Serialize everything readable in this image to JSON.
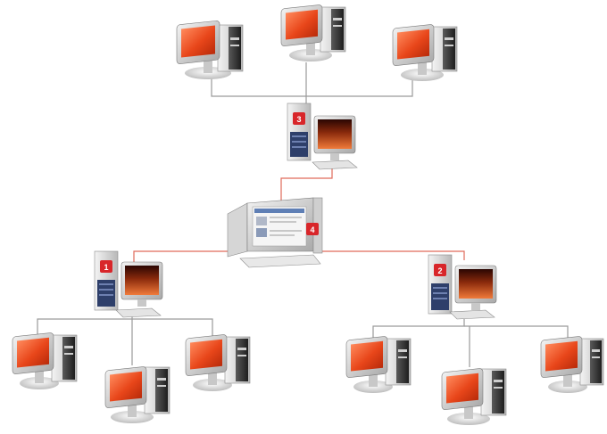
{
  "colors": {
    "background": "#ffffff",
    "line_gray": "#9a9a9a",
    "line_red": "#e06a5a",
    "screen_red": "#e8461a",
    "screen_dark": "#7a1a08",
    "badge_red": "#d8262a",
    "case_light": "#dcdcdc",
    "case_dark": "#3a3a3a"
  },
  "nodes": [
    {
      "id": "top-left",
      "kind": "client-pc"
    },
    {
      "id": "top-center",
      "kind": "client-pc"
    },
    {
      "id": "top-right",
      "kind": "client-pc"
    },
    {
      "id": "server-3",
      "kind": "server-pc",
      "badge": "3"
    },
    {
      "id": "main-4",
      "kind": "main-server",
      "badge": "4"
    },
    {
      "id": "server-1",
      "kind": "server-pc",
      "badge": "1"
    },
    {
      "id": "server-2",
      "kind": "server-pc",
      "badge": "2"
    },
    {
      "id": "bottom-left-a",
      "kind": "client-pc"
    },
    {
      "id": "bottom-left-b",
      "kind": "client-pc"
    },
    {
      "id": "bottom-left-c",
      "kind": "client-pc"
    },
    {
      "id": "bottom-right-a",
      "kind": "client-pc"
    },
    {
      "id": "bottom-right-b",
      "kind": "client-pc"
    },
    {
      "id": "bottom-right-c",
      "kind": "client-pc"
    }
  ],
  "links": [
    {
      "from": "top-left",
      "to": "server-3",
      "color": "gray"
    },
    {
      "from": "top-center",
      "to": "server-3",
      "color": "gray"
    },
    {
      "from": "top-right",
      "to": "server-3",
      "color": "gray"
    },
    {
      "from": "server-3",
      "to": "main-4",
      "color": "red"
    },
    {
      "from": "main-4",
      "to": "server-1",
      "color": "red"
    },
    {
      "from": "main-4",
      "to": "server-2",
      "color": "red"
    },
    {
      "from": "server-1",
      "to": "bottom-left-a",
      "color": "gray"
    },
    {
      "from": "server-1",
      "to": "bottom-left-b",
      "color": "gray"
    },
    {
      "from": "server-1",
      "to": "bottom-left-c",
      "color": "gray"
    },
    {
      "from": "server-2",
      "to": "bottom-right-a",
      "color": "gray"
    },
    {
      "from": "server-2",
      "to": "bottom-right-b",
      "color": "gray"
    },
    {
      "from": "server-2",
      "to": "bottom-right-c",
      "color": "gray"
    }
  ]
}
